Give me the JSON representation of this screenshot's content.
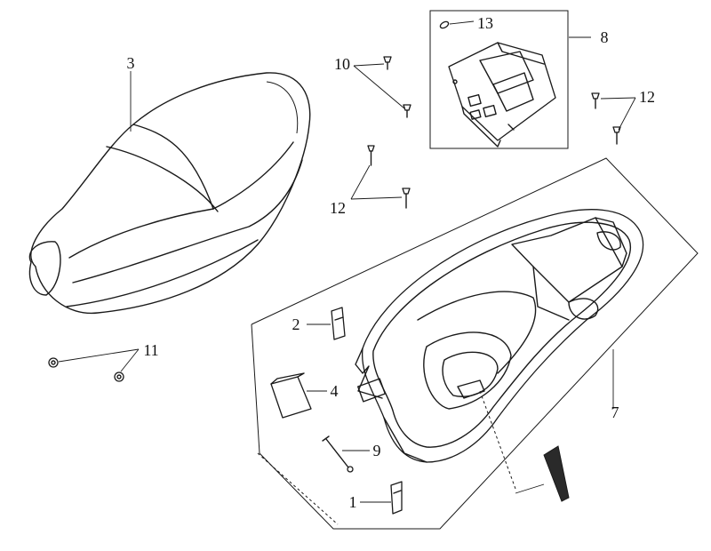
{
  "diagram": {
    "callouts": {
      "c1": "1",
      "c2": "2",
      "c3": "3",
      "c4": "4",
      "c7": "7",
      "c8": "8",
      "c9": "9",
      "c10": "10",
      "c11": "11",
      "c12a": "12",
      "c12b": "12",
      "c13": "13"
    }
  },
  "colors": {
    "line": "#1a1a1a",
    "background": "#ffffff"
  }
}
